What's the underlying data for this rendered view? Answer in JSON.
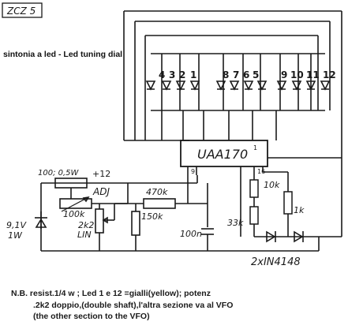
{
  "stamp": "ZCZ 5",
  "title": "sintonia a led - Led tuning dial",
  "ic": {
    "name": "UAA170",
    "pin_1": "1",
    "pin_9": "9",
    "pin_16": "16"
  },
  "leds": [
    "4",
    "3",
    "2",
    "1",
    "8",
    "7",
    "6",
    "5",
    "9",
    "10",
    "11",
    "12"
  ],
  "components": {
    "r_supply": "100; 0,5W",
    "supply": "+12",
    "adj": "ADJ",
    "trim": "100k",
    "diode_zener": "9,1V",
    "zener_power": "1W",
    "pot": "2k2",
    "pot_law": "LIN",
    "r_series": "470k",
    "r_shunt": "150k",
    "cap": "100n",
    "r_10k": "10k",
    "r_33k": "33k",
    "r_1k": "1k",
    "diodes": "2xIN4148"
  },
  "notes": [
    "N.B. resist.1/4 w ; Led 1 e 12 =gialli(yellow); potenz",
    ".2k2 doppio,(double shaft),l'altra sezione va al VFO",
    "(the other section to the VFO)"
  ]
}
